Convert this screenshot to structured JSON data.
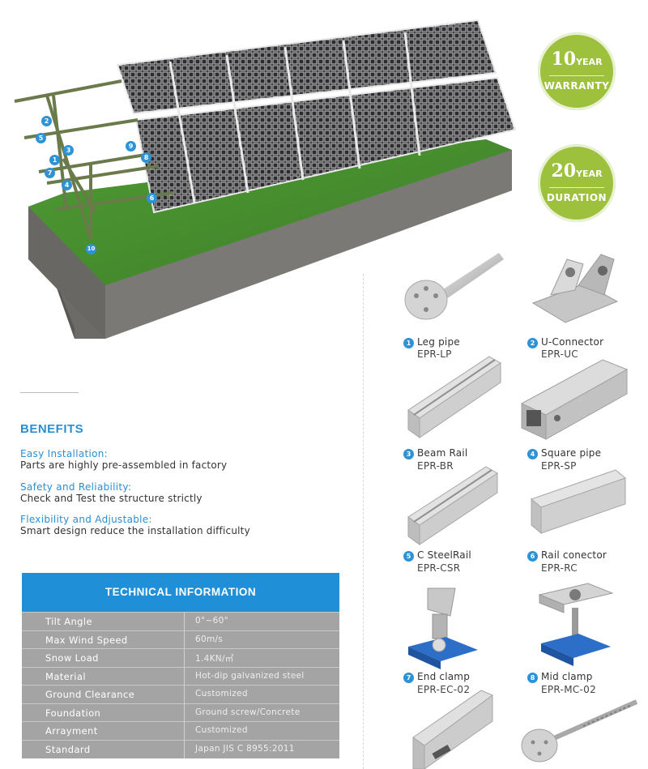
{
  "hero": {
    "callouts": [
      {
        "num": "2"
      },
      {
        "num": "5"
      },
      {
        "num": "1"
      },
      {
        "num": "3"
      },
      {
        "num": "7"
      },
      {
        "num": "4"
      },
      {
        "num": "9"
      },
      {
        "num": "8"
      },
      {
        "num": "6"
      },
      {
        "num": "10"
      }
    ]
  },
  "badges": [
    {
      "num": "10",
      "unit": "YEAR",
      "label": "WARRANTY"
    },
    {
      "num": "20",
      "unit": "YEAR",
      "label": "DURATION"
    }
  ],
  "benefits": {
    "title": "BENEFITS",
    "items": [
      {
        "heading": "Easy Installation:",
        "text": "Parts are highly pre-assembled in factory"
      },
      {
        "heading": "Safety and Reliability:",
        "text": "Check and Test the structure strictly"
      },
      {
        "heading": "Flexibility and Adjustable:",
        "text": "Smart design reduce the installation difficulty"
      }
    ]
  },
  "technical": {
    "title": "TECHNICAL INFORMATION",
    "rows": [
      {
        "key": "Tilt Angle",
        "value": "0°~60°"
      },
      {
        "key": "Max Wind Speed",
        "value": "60m/s"
      },
      {
        "key": "Snow Load",
        "value": "1.4KN/㎡"
      },
      {
        "key": "Material",
        "value": "Hot-dip galvanized steel"
      },
      {
        "key": "Ground Clearance",
        "value": "Customized"
      },
      {
        "key": "Foundation",
        "value": "Ground screw/Concrete"
      },
      {
        "key": "Arrayment",
        "value": "Customized"
      },
      {
        "key": "Standard",
        "value": "Japan JIS C 8955:2011"
      }
    ]
  },
  "parts": [
    {
      "num": "1",
      "name": "Leg pipe",
      "code": "EPR-LP"
    },
    {
      "num": "2",
      "name": "U-Connector",
      "code": "EPR-UC"
    },
    {
      "num": "3",
      "name": "Beam Rail",
      "code": "EPR-BR"
    },
    {
      "num": "4",
      "name": "Square pipe",
      "code": "EPR-SP"
    },
    {
      "num": "5",
      "name": "C SteelRail",
      "code": "EPR-CSR"
    },
    {
      "num": "6",
      "name": "Rail conector",
      "code": "EPR-RC"
    },
    {
      "num": "7",
      "name": "End clamp",
      "code": "EPR-EC-02"
    },
    {
      "num": "8",
      "name": "Mid clamp",
      "code": "EPR-MC-02"
    }
  ]
}
